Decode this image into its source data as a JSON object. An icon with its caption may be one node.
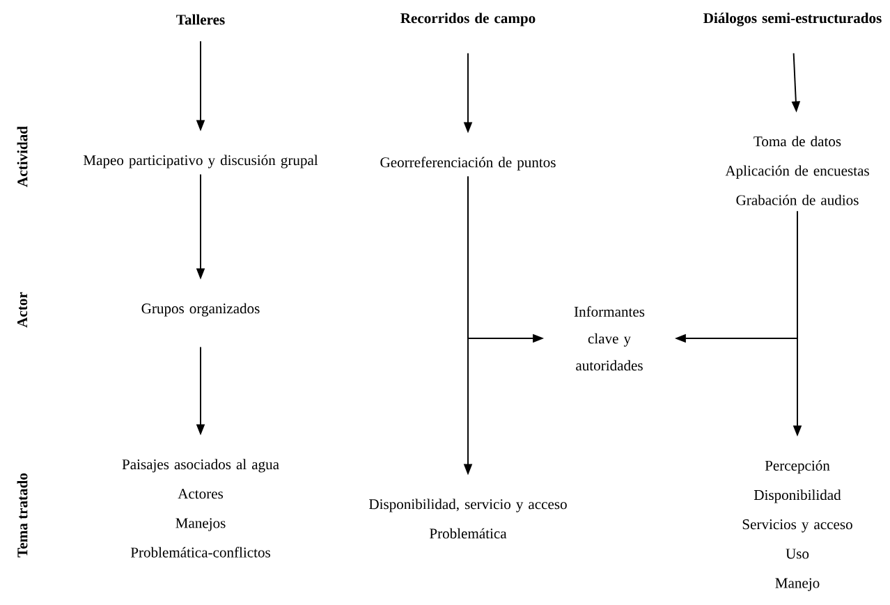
{
  "diagram": {
    "nodes": [
      {
        "text": [
          "Talleres"
        ]
      },
      {
        "text": [
          "Recorridos de campo"
        ]
      },
      {
        "text": [
          "Diálogos semi-estructurados"
        ]
      },
      {
        "text": [
          "Mapeo participativo y discusión grupal"
        ]
      },
      {
        "text": [
          "Georreferenciación de puntos"
        ]
      },
      {
        "text": [
          "Toma de datos",
          "Aplicación de encuestas",
          "Grabación de audios"
        ]
      },
      {
        "text": [
          "Grupos organizados"
        ]
      },
      {
        "text": [
          "Informantes clave y autoridades"
        ]
      },
      {
        "text": [
          "Paisajes asociados al agua",
          "Actores",
          "Manejos",
          "Problemática-conflictos"
        ]
      },
      {
        "text": [
          "Disponibilidad, servicio y acceso",
          "Problemática"
        ]
      },
      {
        "text": [
          "Percepción",
          "Disponibilidad",
          "Servicios y acceso",
          "Uso",
          "Manejo"
        ]
      }
    ],
    "edges": [
      {
        "from": 0,
        "to": 3,
        "arrow": "to"
      },
      {
        "from": 1,
        "to": 4,
        "arrow": "to"
      },
      {
        "from": 2,
        "to": 5,
        "arrow": "to"
      },
      {
        "from": 3,
        "to": 6,
        "arrow": "to"
      },
      {
        "from": 6,
        "to": 8,
        "arrow": "to"
      },
      {
        "from": 4,
        "to": 9,
        "arrow": "to"
      },
      {
        "from": 4,
        "to": 7,
        "arrow": "to"
      },
      {
        "from": 5,
        "to": 7,
        "arrow": "to"
      },
      {
        "from": 5,
        "to": 10,
        "arrow": "to"
      }
    ],
    "labels": [
      "Actividad",
      "Actor",
      "Tema tratado"
    ]
  }
}
